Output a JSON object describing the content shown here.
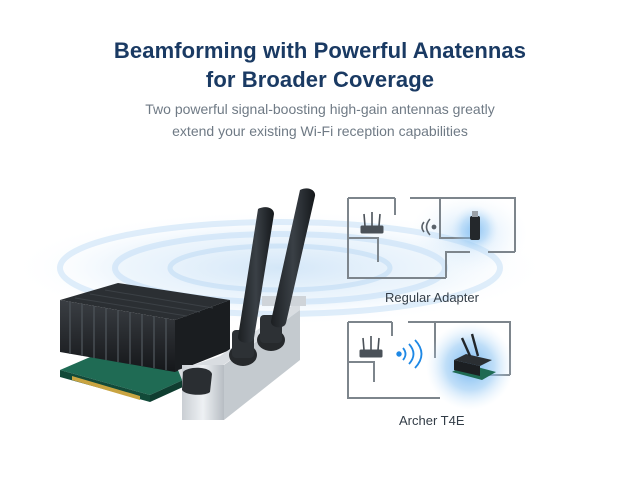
{
  "headline": {
    "line1": "Beamforming with Powerful Anatennas",
    "line2": "for Broader Coverage"
  },
  "subtitle": {
    "line1": "Two powerful signal-boosting high-gain antennas greatly",
    "line2": "extend your existing Wi-Fi reception capabilities"
  },
  "comparison": {
    "regular_label": "Regular Adapter",
    "archer_label": "Archer T4E"
  },
  "colors": {
    "headline": "#1a3a63",
    "subtitle": "#6f7a85",
    "signal_blue": "#1e88e5",
    "wave_light": "#dcecf9"
  },
  "icons": [
    "router-icon",
    "usb-adapter-icon",
    "pcie-adapter-icon",
    "wifi-signal-icon"
  ]
}
